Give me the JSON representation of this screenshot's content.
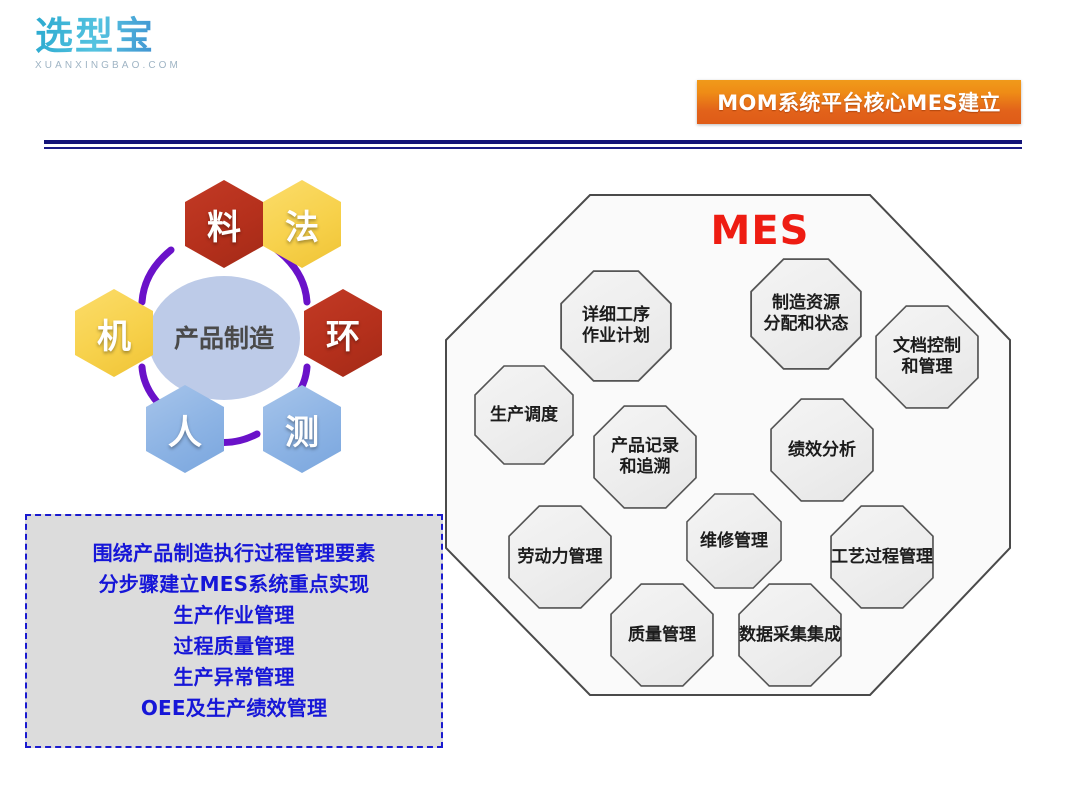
{
  "logo": {
    "mark": "选型宝",
    "domain": "XUANXINGBAO.COM"
  },
  "header": {
    "banner_title": "MOM系统平台核心MES建立",
    "banner_color": "#e8791a",
    "divider_color": "#141478"
  },
  "hex_wheel": {
    "center_label": "产品制造",
    "center_color": "#bdcbe8",
    "ring_color": "#6a12c9",
    "nodes": [
      {
        "label": "料",
        "color": "#b5301c",
        "tone": "red"
      },
      {
        "label": "法",
        "color": "#f7d14b",
        "tone": "yel"
      },
      {
        "label": "环",
        "color": "#b5301c",
        "tone": "red"
      },
      {
        "label": "测",
        "color": "#8cb3e4",
        "tone": "blue"
      },
      {
        "label": "人",
        "color": "#8cb3e4",
        "tone": "blue"
      },
      {
        "label": "机",
        "color": "#f7d14b",
        "tone": "yel"
      }
    ]
  },
  "note_box": {
    "border_color": "#1b1bcf",
    "background_color": "#dcdcdc",
    "text_color": "#1616d8",
    "lines": [
      "围绕产品制造执行过程管理要素",
      "分步骤建立MES系统重点实现",
      "生产作业管理",
      "过程质量管理",
      "生产异常管理",
      "OEE及生产绩效管理"
    ]
  },
  "mes_panel": {
    "title": "MES",
    "title_color": "#ee1c12",
    "modules": [
      {
        "line1": "详细工序",
        "line2": "作业计划"
      },
      {
        "line1": "制造资源",
        "line2": "分配和状态"
      },
      {
        "line1": "文档控制",
        "line2": "和管理"
      },
      {
        "line1": "生产调度",
        "line2": ""
      },
      {
        "line1": "产品记录",
        "line2": "和追溯"
      },
      {
        "line1": "绩效分析",
        "line2": ""
      },
      {
        "line1": "劳动力管理",
        "line2": ""
      },
      {
        "line1": "维修管理",
        "line2": ""
      },
      {
        "line1": "工艺过程管理",
        "line2": ""
      },
      {
        "line1": "质量管理",
        "line2": ""
      },
      {
        "line1": "数据采集集成",
        "line2": ""
      }
    ]
  }
}
